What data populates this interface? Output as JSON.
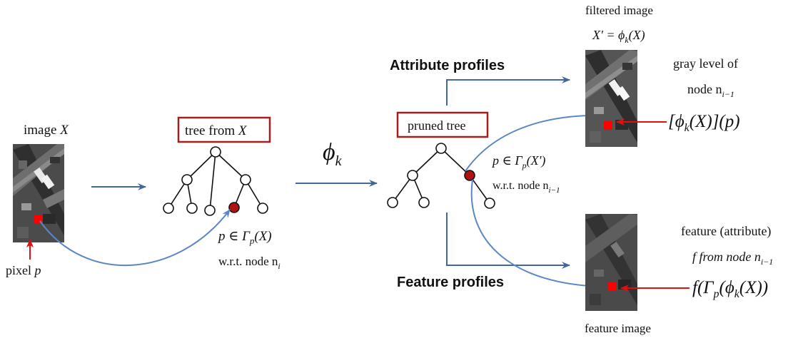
{
  "image_x": {
    "label_prefix": "image ",
    "label_var": "X"
  },
  "pixel": {
    "label_prefix": "pixel ",
    "label_var": "p"
  },
  "tree_from_x": {
    "label_prefix": "tree from ",
    "label_var": "X",
    "formula_line1": "p ∈ Γ",
    "formula_line1_sub": "p",
    "formula_line1_tail": "(X)",
    "formula_line2": "w.r.t. node n",
    "formula_line2_sub": "i"
  },
  "operator": {
    "symbol": "ϕ",
    "sub": "k"
  },
  "pruned_tree": {
    "label": "pruned tree",
    "formula_line1": "p ∈ Γ",
    "formula_line1_sub": "p",
    "formula_line1_tail": "(X')",
    "formula_line2": "w.r.t. node n",
    "formula_line2_sub": "i−1"
  },
  "attribute_profiles": {
    "label": "Attribute profiles"
  },
  "feature_profiles": {
    "label": "Feature profiles"
  },
  "filtered_image": {
    "title": "filtered image",
    "formula": "X' = ϕ",
    "formula_sub": "k",
    "formula_tail": "(X)",
    "gray_line1": "gray level of",
    "gray_line2": "node n",
    "gray_line2_sub": "i−1",
    "value_formula": "[ϕ",
    "value_formula_sub": "k",
    "value_formula_tail": "(X)](p)"
  },
  "feature_image": {
    "title": "feature image",
    "attr_line1": "feature (attribute)",
    "attr_line2": "f from node n",
    "attr_line2_sub": "i−1",
    "value_formula": "f(Γ",
    "value_formula_sub": "p",
    "value_formula_mid": "(ϕ",
    "value_formula_sub2": "k",
    "value_formula_tail": "(X))"
  },
  "colors": {
    "arrow_blue": "#41679b",
    "curve_blue": "#5a87c6",
    "pixel_red": "#ff0000",
    "box_red": "#a61d1d",
    "node_red": "#b01212"
  }
}
